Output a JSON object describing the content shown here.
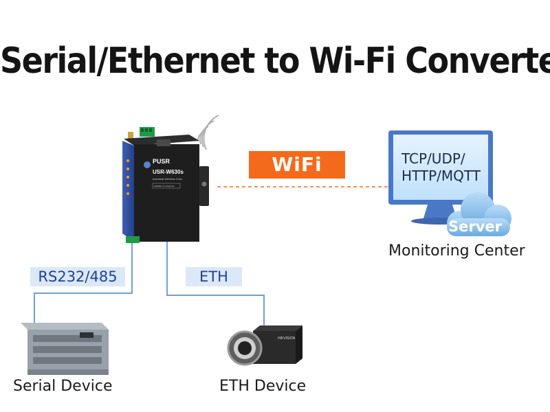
{
  "title": "Serial/Ethernet to Wi-Fi Converter",
  "wifi_label": "WiFi",
  "device": {
    "brand": "PUSR",
    "model": "USR-W630s",
    "subtitle": "Industrial Wireless Conv.",
    "standard": "IEEE802.11 a/b/g/n/ac"
  },
  "monitor": {
    "screen_lines": [
      "TCP/UDP/",
      "HTTP/MQTT"
    ],
    "cloud_label": "Server",
    "caption": "Monitoring Center"
  },
  "links": {
    "serial_tag": "RS232/485",
    "eth_tag": "ETH"
  },
  "serial_device": {
    "caption": "Serial Device"
  },
  "eth_device": {
    "caption": "ETH Device",
    "brand": "HIKVISION"
  },
  "colors": {
    "wifi_orange": "#f36a1c",
    "tag_bg": "#dbe8f7",
    "tag_text": "#21409a",
    "line_blue": "#6f9fd6",
    "dashed_line": "#f36a1c"
  }
}
